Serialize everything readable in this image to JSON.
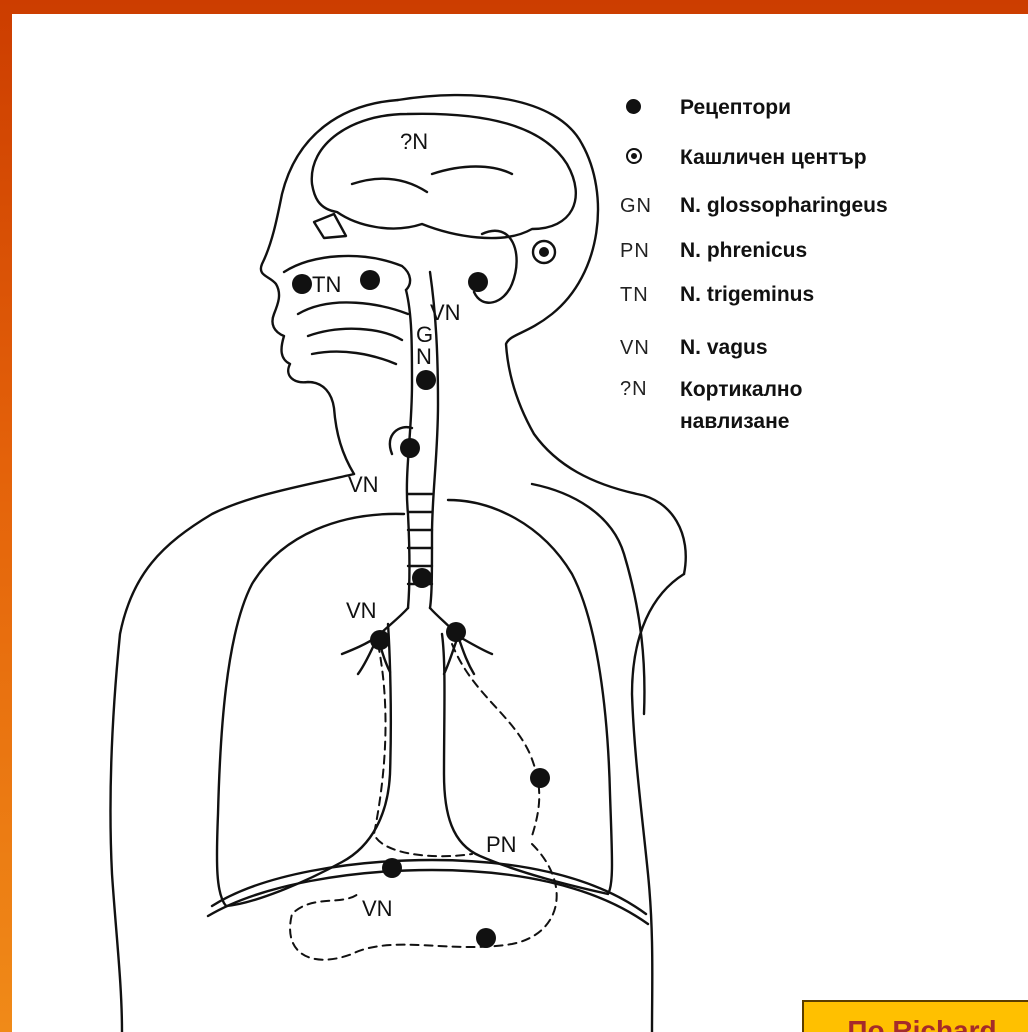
{
  "legend": [
    {
      "symbol": "",
      "icon": "filled-dot",
      "label": "Рецептори"
    },
    {
      "symbol": "",
      "icon": "ringed-dot",
      "label": "Кашличен център"
    },
    {
      "symbol": "GN",
      "label": "N. glossopharingeus"
    },
    {
      "symbol": "PN",
      "label": "N. phrenicus"
    },
    {
      "symbol": "TN",
      "label": "N. trigeminus"
    },
    {
      "symbol": "VN",
      "label": "N. vagus"
    },
    {
      "symbol": "?N",
      "label": "Кортикално навлизане"
    }
  ],
  "diagram_labels": {
    "brain": "?N",
    "mouth": "TN",
    "ear": "VN",
    "glosso_g": "G",
    "glosso_n": "N",
    "larynx": "VN",
    "bronchi": "VN",
    "diaphragm": "PN",
    "stomach": "VN"
  },
  "credit": "По Richard",
  "colors": {
    "frame_top": "#cc3d00",
    "frame_bottom": "#f08a18",
    "credit_bg": "#ffc000",
    "credit_text": "#a52b2b"
  }
}
